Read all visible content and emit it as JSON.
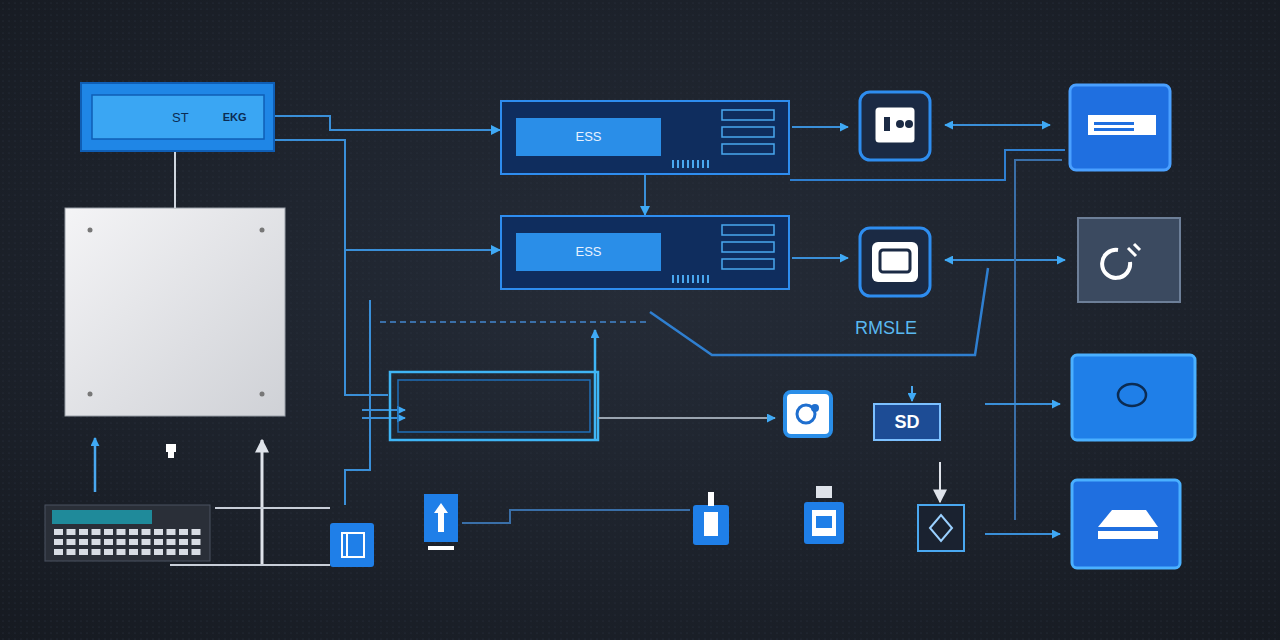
{
  "diagram": {
    "nodes": [
      {
        "text": [
          "ST",
          "EKG"
        ]
      },
      {
        "text": [
          "ESS"
        ]
      },
      {
        "text": [
          "ESS"
        ]
      },
      {
        "text": [
          "SD"
        ]
      }
    ],
    "edges": [
      {
        "from": 0,
        "to": 1,
        "arrow": "to"
      },
      {
        "from": 1,
        "to": 2,
        "arrow": "to"
      },
      {
        "from": 0,
        "to": 2,
        "arrow": "to"
      }
    ],
    "labels": [
      "RMSLE"
    ]
  }
}
